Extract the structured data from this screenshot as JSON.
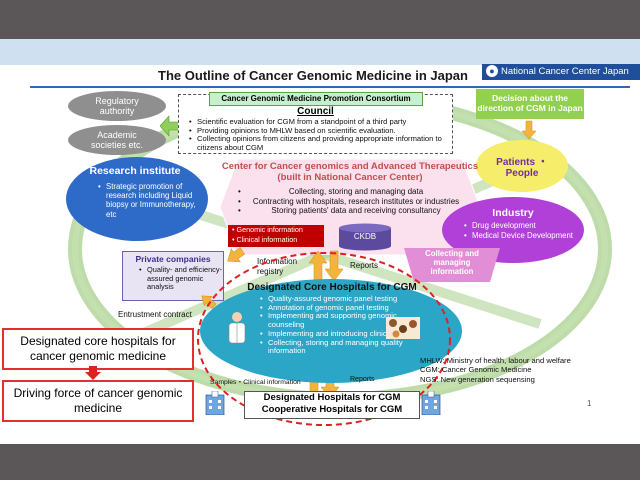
{
  "title": "The Outline of Cancer Genomic Medicine in Japan",
  "logo_text": "National Cancer Center Japan",
  "regulatory": "Regulatory authority",
  "academic": "Academic societies etc.",
  "consortium": {
    "banner": "Cancer Genomic Medicine Promotion Consortium",
    "council": "Council",
    "items": [
      "Scientific evaluation for CGM from a standpoint of a third party",
      "Providing opinions to MHLW based on scientific evaluation.",
      "Collecting opinions from citizens and providing appropriate information to citizens about CGM"
    ]
  },
  "decision": "Decision about the direction of CGM in Japan",
  "patients": "Patients ・People",
  "center": {
    "title1": "Center for Cancer genomics and Advanced Therapeutics",
    "title2": "(built in National Cancer Center)",
    "items": [
      "Collecting, storing and managing data",
      "Contracting with hospitals, research institutes or industries",
      "Storing patients' data and receiving consultancy"
    ],
    "genomic": "Genomic information",
    "clinical": "Clinical information",
    "ckdb": "CKDB"
  },
  "research": {
    "title": "Research institute",
    "items": [
      "Strategic promotion of research including Liquid biopsy or Immunotherapy, etc"
    ]
  },
  "industry": {
    "title": "Industry",
    "items": [
      "Drug development",
      "Medical Device Development"
    ]
  },
  "collecting": "Collecting and managing information",
  "private": {
    "title": "Private companies",
    "items": [
      "Quality- and efficiency-assured genomic analysis"
    ]
  },
  "info_registry": "Information registry",
  "reports_top": "Reports",
  "entrustment": "Entrustment contract",
  "core": {
    "title": "Designated Core Hospitals for CGM",
    "items": [
      "Quality-assured genomic panel testing",
      "Annotation of genomic panel testing",
      "Implementing and supporting genomic counseling",
      "Implementing and introducing clinical trial",
      "Collecting, storing and managing quality information"
    ]
  },
  "callout1": "Designated core hospitals for cancer genomic medicine",
  "callout2": "Driving force of cancer genomic medicine",
  "samples": "Samples・Clinical information",
  "reports_bottom": "Reports",
  "designated1": "Designated Hospitals for CGM",
  "designated2": "Cooperative Hospitals for CGM",
  "legend": [
    "MHLW: Ministry of health, labour and welfare",
    "CGM: Cancer Genomic Medicine",
    "NGS: New generation sequensing"
  ],
  "page_number": "1"
}
